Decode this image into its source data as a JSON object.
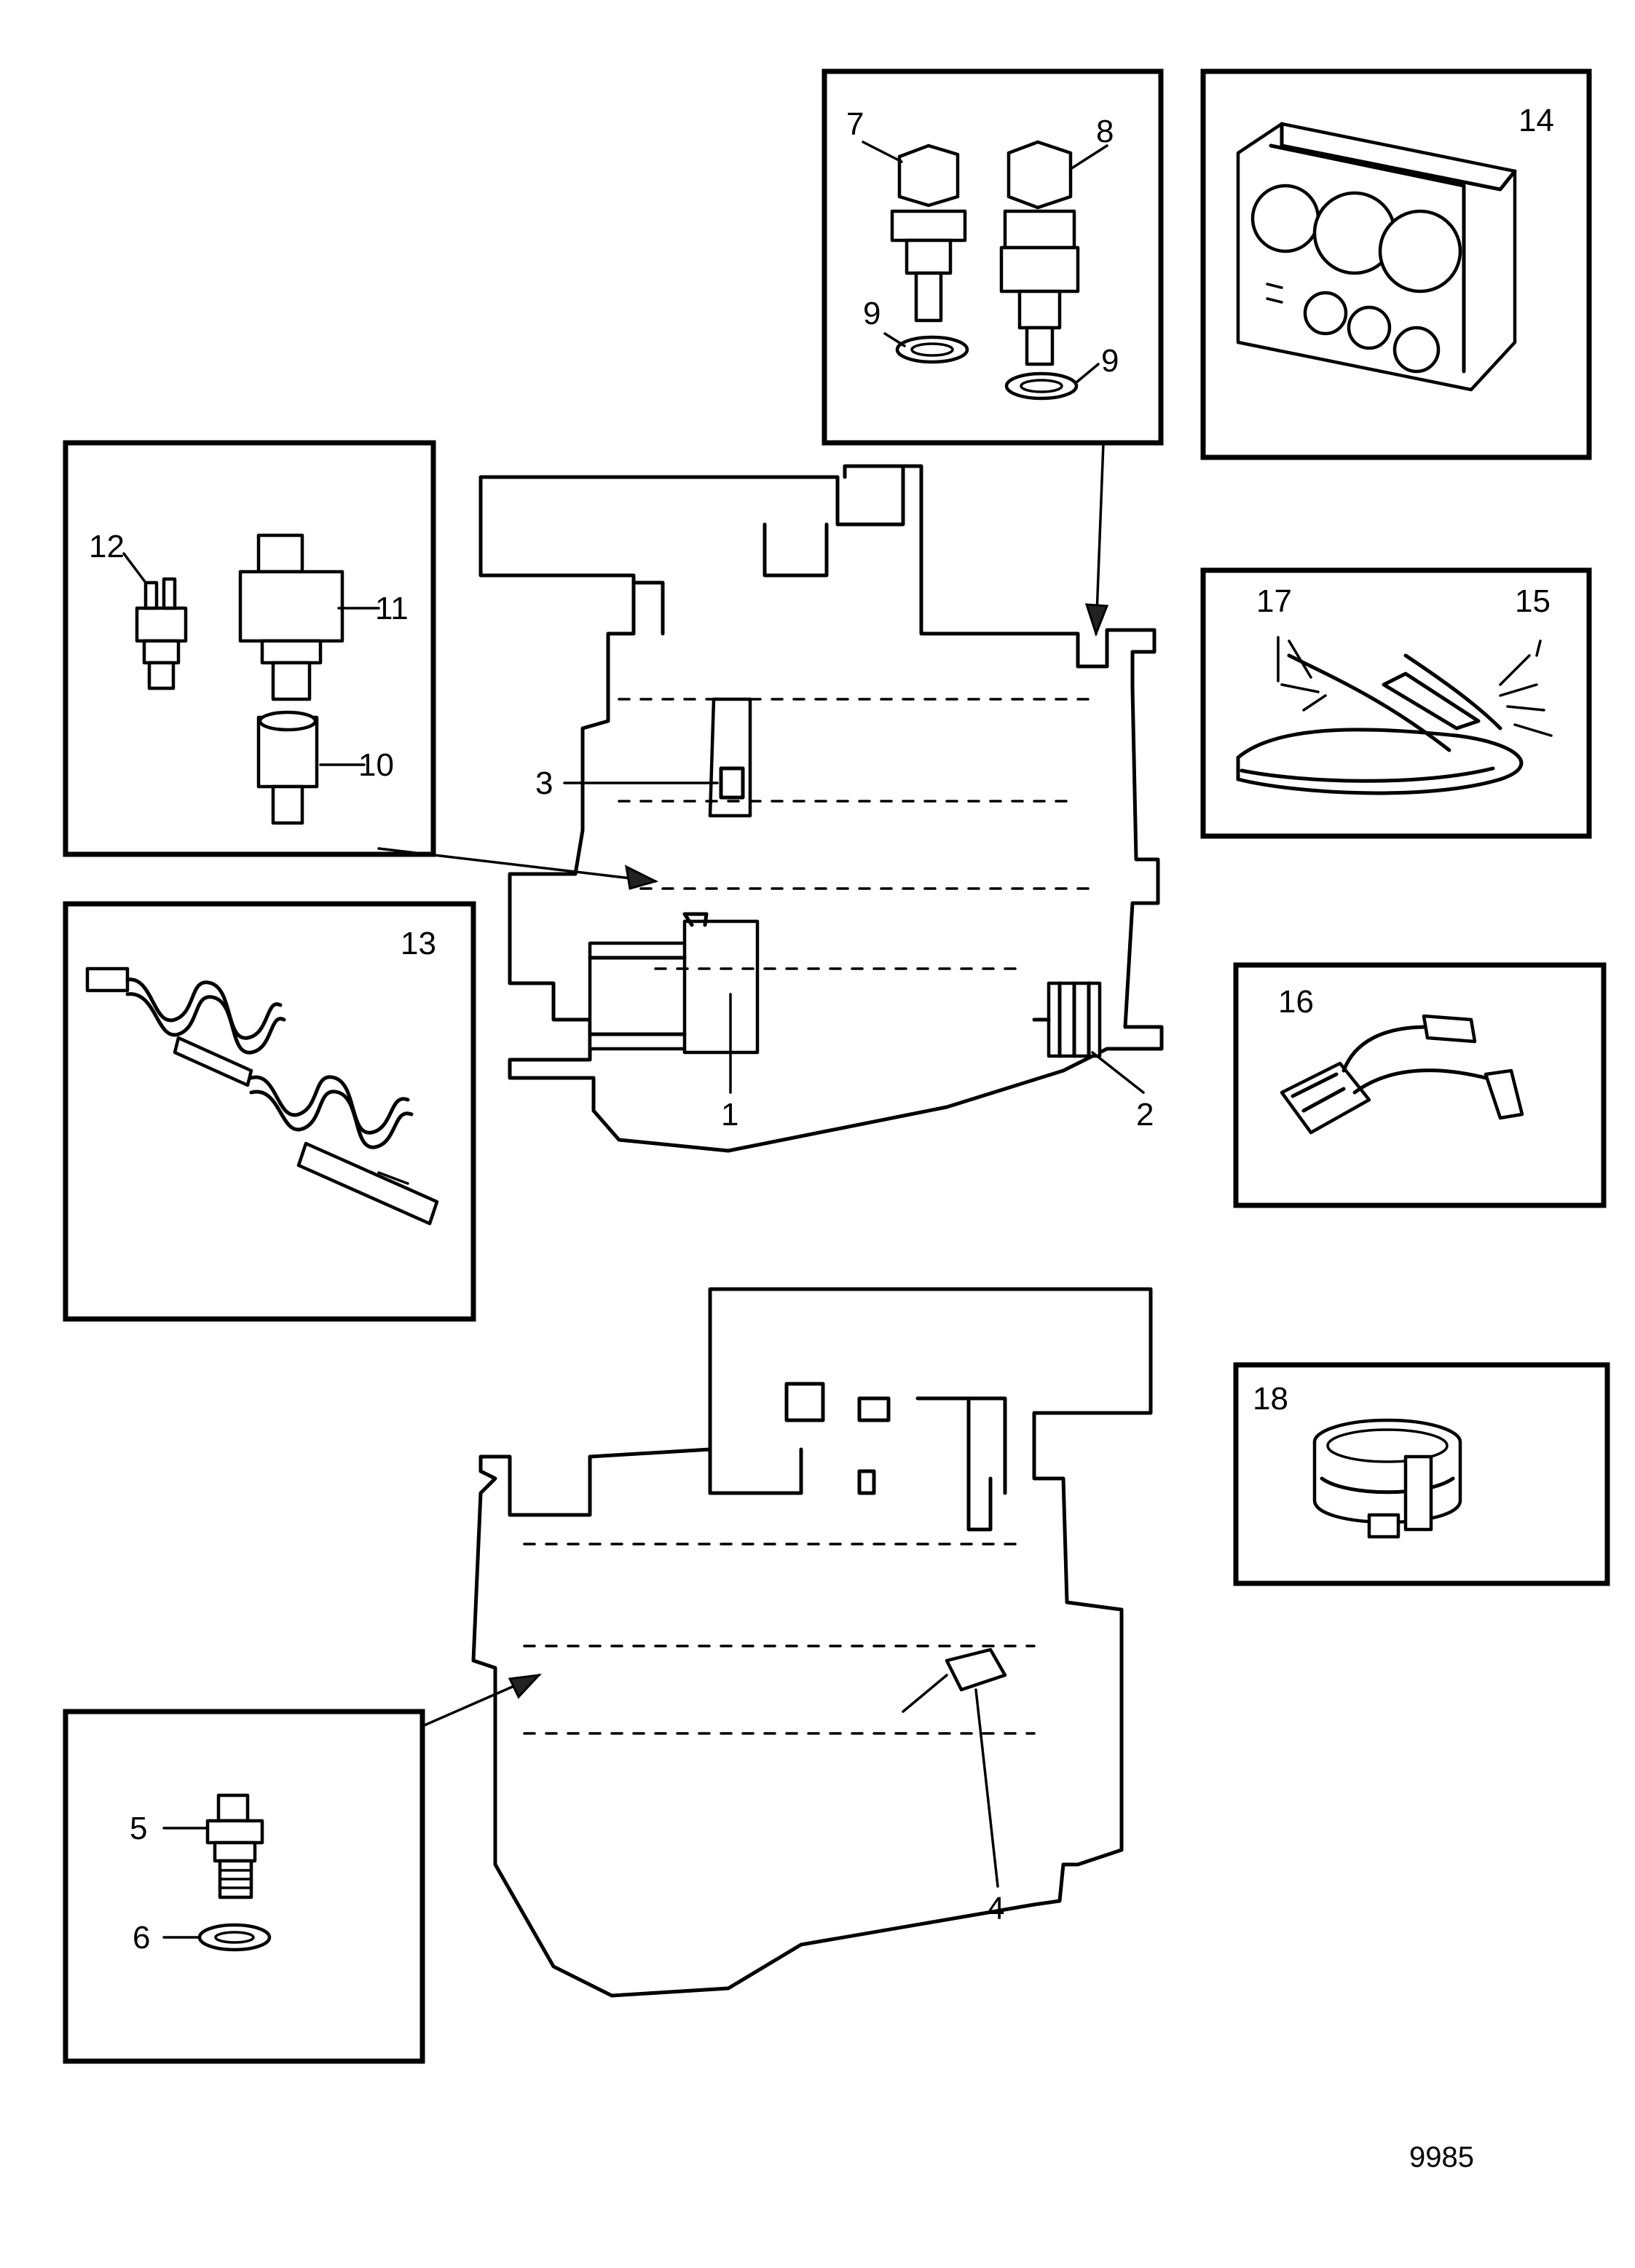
{
  "callouts": {
    "c1": "1",
    "c2": "2",
    "c3": "3",
    "c4": "4",
    "c5": "5",
    "c6": "6",
    "c7": "7",
    "c8": "8",
    "c9a": "9",
    "c9b": "9",
    "c10": "10",
    "c11": "11",
    "c12": "12",
    "c13": "13",
    "c14": "14",
    "c15": "15",
    "c16": "16",
    "c17": "17",
    "c18": "18"
  },
  "figure_code": "9985"
}
